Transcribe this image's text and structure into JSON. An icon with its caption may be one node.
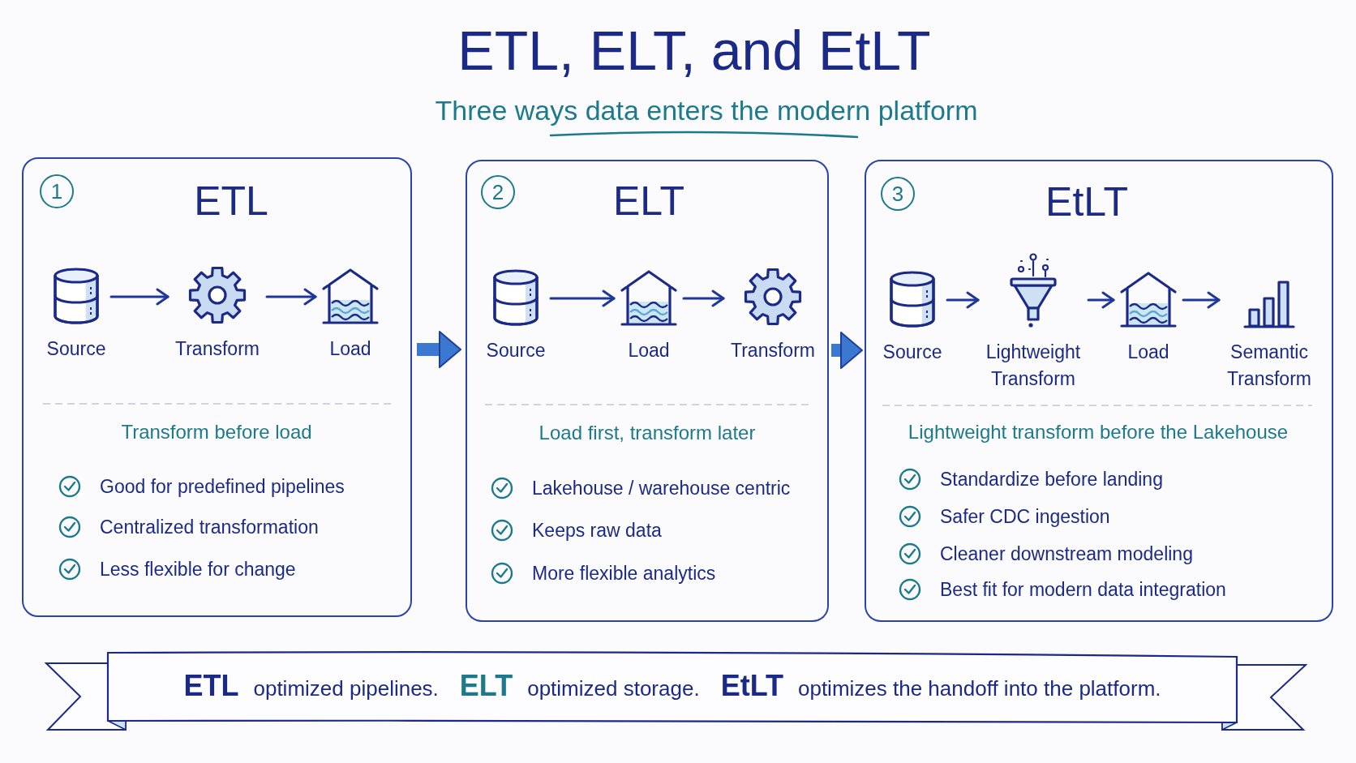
{
  "diagram": {
    "title": "ETL, ELT, and EtLT",
    "nodes": [
      {
        "text": [
          "ETL",
          "Transform before load",
          "Good for predefined pipelines",
          "Centralized transformation",
          "Less flexible for change"
        ]
      },
      {
        "text": [
          "1"
        ],
        "in": 0
      },
      {
        "text": [
          "Source"
        ],
        "in": 0
      },
      {
        "text": [
          "Transform"
        ],
        "in": 0
      },
      {
        "text": [
          "Load"
        ],
        "in": 0
      },
      {
        "text": [
          "ELT",
          "Load first, transform later",
          "Lakehouse / warehouse centric",
          "Keeps raw data",
          "More flexible analytics"
        ]
      },
      {
        "text": [
          "2"
        ],
        "in": 5
      },
      {
        "text": [
          "Source"
        ],
        "in": 5
      },
      {
        "text": [
          "Load"
        ],
        "in": 5
      },
      {
        "text": [
          "Transform"
        ],
        "in": 5
      },
      {
        "text": [
          "EtLT",
          "Lightweight transform before the Lakehouse",
          "Standardize before landing",
          "Safer CDC ingestion",
          "Cleaner downstream modeling",
          "Best fit for modern data integration"
        ]
      },
      {
        "text": [
          "3"
        ],
        "in": 10
      },
      {
        "text": [
          "Source"
        ],
        "in": 10
      },
      {
        "text": [
          "Lightweight Transform"
        ],
        "in": 10
      },
      {
        "text": [
          "Load"
        ],
        "in": 10
      },
      {
        "text": [
          "Semantic Transform"
        ],
        "in": 10
      },
      {
        "text": [
          "**ETL** optimized pipelines.",
          "**ELT** optimized storage.",
          "**EtLT** optimizes the handoff into the platform."
        ]
      }
    ],
    "edges": [
      {
        "from": 2,
        "to": 3,
        "arrow": "to"
      },
      {
        "from": 3,
        "to": 4,
        "arrow": "to"
      },
      {
        "from": 7,
        "to": 8,
        "arrow": "to"
      },
      {
        "from": 8,
        "to": 9,
        "arrow": "to"
      },
      {
        "from": 12,
        "to": 13,
        "arrow": "to"
      },
      {
        "from": 13,
        "to": 14,
        "arrow": "to"
      },
      {
        "from": 14,
        "to": 15,
        "arrow": "to"
      },
      {
        "from": 0,
        "to": 5,
        "arrow": "to",
        "style": "thick",
        "color": "#3a78d2"
      },
      {
        "from": 5,
        "to": 10,
        "arrow": "to",
        "style": "thick",
        "color": "#3a78d2"
      }
    ],
    "labels": [
      "Three ways data enters the modern platform"
    ]
  }
}
